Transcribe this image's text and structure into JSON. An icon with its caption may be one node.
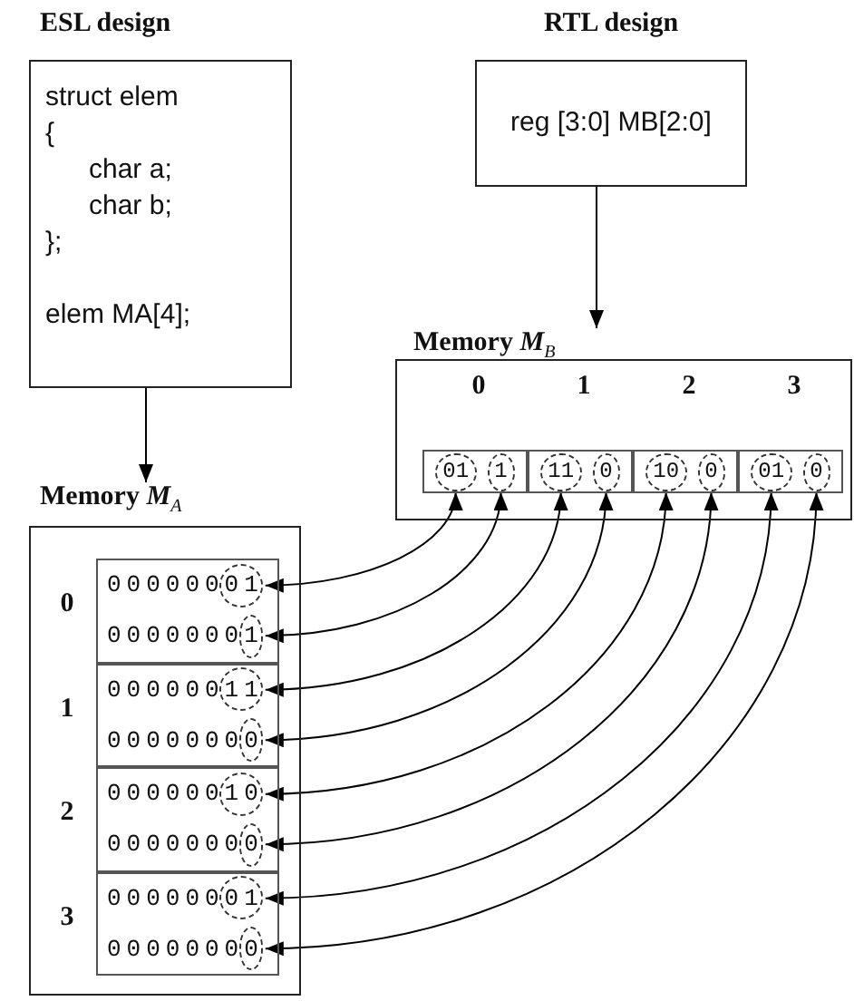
{
  "diagram": {
    "nodes": [
      {
        "text": [
          "ESL design",
          "struct elem",
          "{",
          "char a;",
          "char b;",
          "};",
          "elem MA[4];"
        ]
      },
      {
        "text": [
          "RTL design",
          "reg [3:0] MB[2:0]"
        ]
      },
      {
        "text": [
          "Memory *M*$_{B}$"
        ]
      },
      {
        "text": [],
        "shape": "box",
        "in": 2
      },
      {
        "text": [],
        "shape": "box",
        "in": 2
      },
      {
        "text": [],
        "shape": "box",
        "in": 2
      },
      {
        "text": [],
        "shape": "box",
        "in": 2
      },
      {
        "text": [
          "01"
        ],
        "in": 3
      },
      {
        "text": [
          "1"
        ],
        "in": 3
      },
      {
        "text": [
          "11"
        ],
        "in": 4
      },
      {
        "text": [
          "0"
        ],
        "in": 4
      },
      {
        "text": [
          "10"
        ],
        "in": 5
      },
      {
        "text": [
          "0"
        ],
        "in": 5
      },
      {
        "text": [
          "01"
        ],
        "in": 6
      },
      {
        "text": [
          "0"
        ],
        "in": 6
      },
      {
        "text": [
          "Memory *M*$_{A}$"
        ]
      },
      {
        "text": [],
        "shape": "box",
        "in": 15
      },
      {
        "text": [],
        "shape": "box",
        "in": 15
      },
      {
        "text": [],
        "shape": "box",
        "in": 15
      },
      {
        "text": [],
        "shape": "box",
        "in": 15
      },
      {
        "text": [
          "00000001"
        ],
        "in": 16
      },
      {
        "text": [
          "00000001"
        ],
        "in": 16
      },
      {
        "text": [
          "00000011"
        ],
        "in": 17
      },
      {
        "text": [
          "00000000"
        ],
        "in": 17
      },
      {
        "text": [
          "00000010"
        ],
        "in": 18
      },
      {
        "text": [
          "00000000"
        ],
        "in": 18
      },
      {
        "text": [
          "00000001"
        ],
        "in": 19
      },
      {
        "text": [
          "00000000"
        ],
        "in": 19
      },
      {
        "text": [],
        "shape": "circle",
        "in": 20
      },
      {
        "text": [],
        "shape": "circle",
        "in": 21
      },
      {
        "text": [],
        "shape": "circle",
        "in": 22
      },
      {
        "text": [],
        "shape": "circle",
        "in": 23
      },
      {
        "text": [],
        "shape": "circle",
        "in": 24
      },
      {
        "text": [],
        "shape": "circle",
        "in": 25
      },
      {
        "text": [],
        "shape": "circle",
        "in": 26
      },
      {
        "text": [],
        "shape": "circle",
        "in": 27
      }
    ],
    "edges": [
      {
        "from": 0,
        "to": 15,
        "arrow": "to"
      },
      {
        "from": 1,
        "to": 2,
        "arrow": "to"
      },
      {
        "from": 28,
        "to": 7,
        "arrow": "both"
      },
      {
        "from": 29,
        "to": 8,
        "arrow": "both"
      },
      {
        "from": 30,
        "to": 9,
        "arrow": "both"
      },
      {
        "from": 31,
        "to": 10,
        "arrow": "both"
      },
      {
        "from": 32,
        "to": 11,
        "arrow": "both"
      },
      {
        "from": 33,
        "to": 12,
        "arrow": "both"
      },
      {
        "from": 34,
        "to": 13,
        "arrow": "both"
      },
      {
        "from": 35,
        "to": 14,
        "arrow": "both"
      }
    ],
    "labels": [
      "0",
      "1",
      "2",
      "3",
      "0",
      "1",
      "2",
      "3"
    ]
  }
}
